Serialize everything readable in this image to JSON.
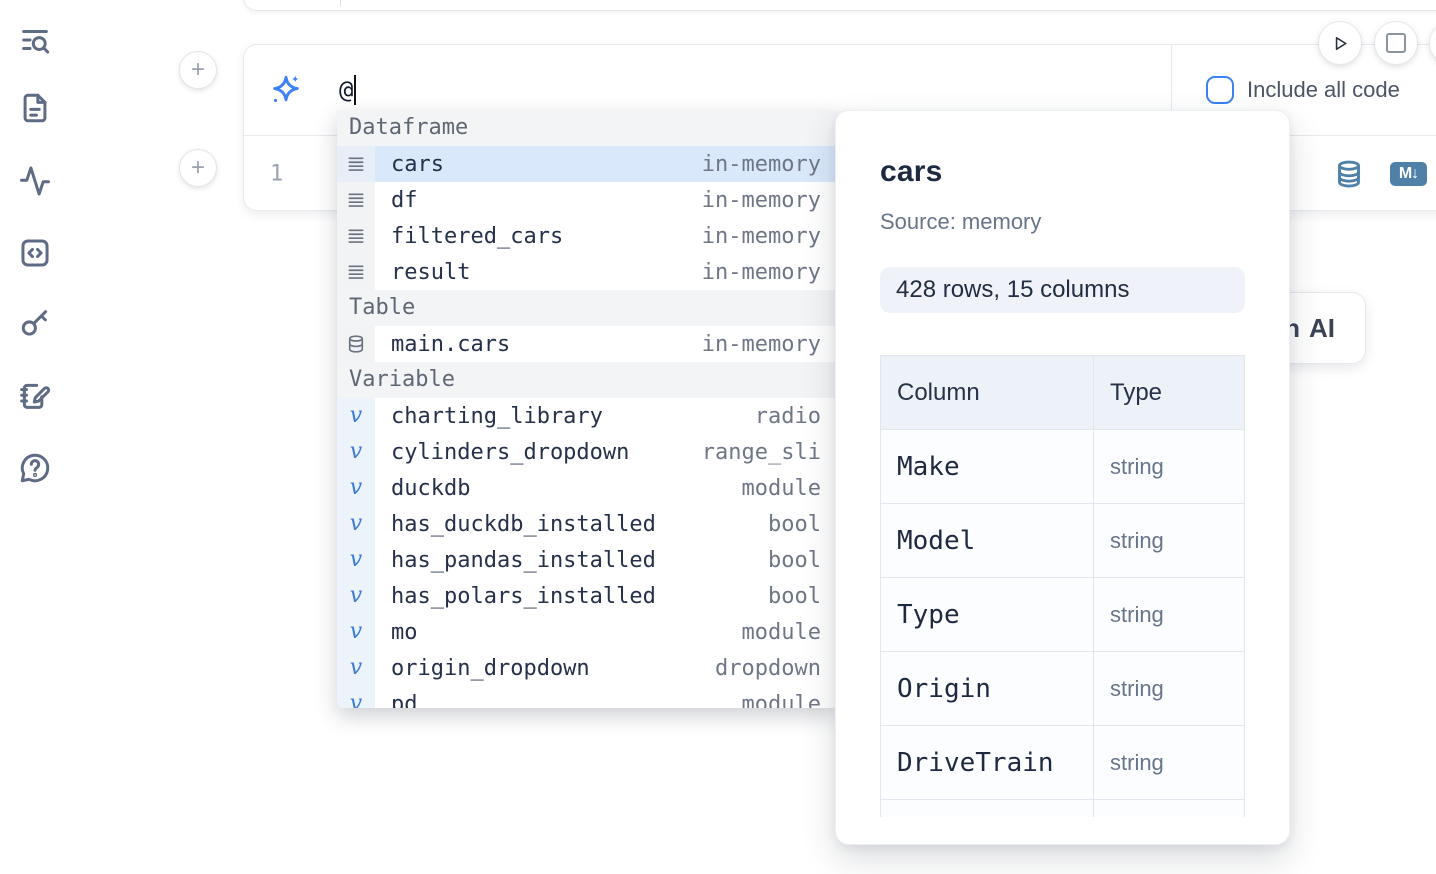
{
  "sidebar": {
    "icons": [
      {
        "name": "list-search-icon"
      },
      {
        "name": "file-text-icon"
      },
      {
        "name": "activity-icon"
      },
      {
        "name": "code-square-icon"
      },
      {
        "name": "key-icon"
      },
      {
        "name": "notebook-pen-icon"
      },
      {
        "name": "help-chat-icon"
      }
    ]
  },
  "cell_controls": {
    "add_button_label": "+",
    "run_icon": "play-icon",
    "stop_icon": "stop-icon"
  },
  "ai_input": {
    "icon": "sparkles-icon",
    "value": "@",
    "include_all_code_label": "Include all code",
    "checkbox_checked": false
  },
  "editor": {
    "line_number": "1",
    "sql_icon": "database-icon",
    "markdown_badge": "M↓"
  },
  "autocomplete": {
    "sections": [
      {
        "label": "Dataframe",
        "items": [
          {
            "icon": "rows-icon",
            "name": "cars",
            "value": "in-memory",
            "selected": true
          },
          {
            "icon": "rows-icon",
            "name": "df",
            "value": "in-memory"
          },
          {
            "icon": "rows-icon",
            "name": "filtered_cars",
            "value": "in-memory"
          },
          {
            "icon": "rows-icon",
            "name": "result",
            "value": "in-memory"
          }
        ]
      },
      {
        "label": "Table",
        "items": [
          {
            "icon": "database-icon",
            "name": "main.cars",
            "value": "in-memory"
          }
        ]
      },
      {
        "label": "Variable",
        "items": [
          {
            "icon": "variable-icon",
            "name": "charting_library",
            "value": "radio"
          },
          {
            "icon": "variable-icon",
            "name": "cylinders_dropdown",
            "value": "range_sli"
          },
          {
            "icon": "variable-icon",
            "name": "duckdb",
            "value": "module"
          },
          {
            "icon": "variable-icon",
            "name": "has_duckdb_installed",
            "value": "bool"
          },
          {
            "icon": "variable-icon",
            "name": "has_pandas_installed",
            "value": "bool"
          },
          {
            "icon": "variable-icon",
            "name": "has_polars_installed",
            "value": "bool"
          },
          {
            "icon": "variable-icon",
            "name": "mo",
            "value": "module"
          },
          {
            "icon": "variable-icon",
            "name": "origin_dropdown",
            "value": "dropdown"
          },
          {
            "icon": "variable-icon",
            "name": "pd",
            "value": "module"
          }
        ]
      }
    ]
  },
  "popup": {
    "title": "cars",
    "source_label": "Source: memory",
    "shape_label": "428 rows, 15 columns",
    "table": {
      "headers": [
        "Column",
        "Type"
      ],
      "rows": [
        [
          "Make",
          "string"
        ],
        [
          "Model",
          "string"
        ],
        [
          "Type",
          "string"
        ],
        [
          "Origin",
          "string"
        ],
        [
          "DriveTrain",
          "string"
        ],
        [
          "",
          ""
        ]
      ]
    }
  },
  "ai_card": {
    "clipped_text": "h",
    "label": "AI"
  },
  "colors": {
    "accent_blue": "#3b82f6",
    "steel_blue": "#4f81a8",
    "selected_row_bg": "#d9e8fb",
    "border_gray": "#e7e9ec",
    "icon_slate": "#5d6b85"
  }
}
